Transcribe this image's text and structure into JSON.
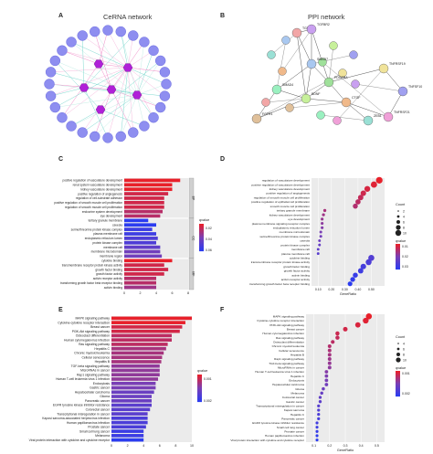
{
  "panels": {
    "A": {
      "letter": "A",
      "title": "CeRNA network"
    },
    "B": {
      "letter": "B",
      "title": "PPI network"
    },
    "C": {
      "letter": "C"
    },
    "D": {
      "letter": "D"
    },
    "E": {
      "letter": "E"
    },
    "F": {
      "letter": "F"
    }
  },
  "panelB": {
    "nodes": [
      "TGFBR3",
      "TGFBR2",
      "PDGFRA",
      "SMAD7",
      "TNFRSF19",
      "ZEB1",
      "CTGF",
      "BDNF",
      "TNFSF10",
      "TNFRSF21",
      "SMAD4",
      "FGFR1"
    ]
  },
  "colors": {
    "red": "#e8202a",
    "purple": "#7a3fb5",
    "blue": "#2b3cf0",
    "network_node": "#8e8ef0",
    "hub_node": "#b020d8"
  },
  "chart_data": [
    {
      "panel": "C",
      "type": "bar",
      "categories": [
        "positive regulation of vasculature development",
        "renal system vasculature development",
        "kidney vasculature development",
        "positive regulation of angiogenesis",
        "regulation of cell-substrate adhesion",
        "positive regulation of smooth muscle cell proliferation",
        "regulation of smooth muscle cell proliferation",
        "endocrine system development",
        "eye development",
        "tertiary granule membrane",
        "caveola",
        "serine/threonine protein kinase complex",
        "plasma membrane raft",
        "endoplasmic reticulum lumen",
        "protein kinase complex",
        "membrane raft",
        "membrane microdomain",
        "membrane region",
        "cytokine binding",
        "transmembrane receptor protein kinase activity",
        "growth factor binding",
        "growth factor activity",
        "activin receptor activity",
        "transforming growth factor beta receptor binding",
        "activin binding"
      ],
      "values": [
        7,
        6,
        6,
        5.5,
        5,
        5,
        5,
        4.8,
        4.5,
        3,
        4,
        3.5,
        4,
        4.2,
        4,
        4.5,
        4.5,
        4.7,
        6,
        5,
        5.5,
        5,
        4,
        4,
        4
      ],
      "qvalue": [
        0.005,
        0.005,
        0.005,
        0.01,
        0.01,
        0.01,
        0.01,
        0.015,
        0.015,
        0.05,
        0.05,
        0.045,
        0.045,
        0.04,
        0.04,
        0.035,
        0.03,
        0.03,
        0.005,
        0.01,
        0.01,
        0.01,
        0.015,
        0.015,
        0.02
      ],
      "groups": [
        "BP",
        "CC",
        "MF"
      ],
      "legend_title": "qvalue",
      "legend_ticks": [
        "0.02",
        "0.04",
        "0.06"
      ],
      "xticks": [
        "0",
        "2",
        "4",
        "6",
        "8"
      ]
    },
    {
      "panel": "D",
      "type": "scatter",
      "categories": [
        "regulation of vasculature development",
        "positive regulation of vasculature development",
        "kidney vasculature development",
        "positive regulation of angiogenesis",
        "regulation of smooth muscle cell proliferation",
        "positive regulation of epithelial cell proliferation",
        "smooth muscle cell proliferation",
        "tertiary granule membrane",
        "kidney vasculature development",
        "eye development",
        "plasma membrane signaling receptor complex",
        "endoplasmic reticulum lumen",
        "membrane microdomain",
        "serine/threonine protein kinase complex",
        "caveola",
        "protein kinase complex",
        "membrane raft",
        "plasma membrane raft",
        "cytokine binding",
        "transmembrane receptor protein kinase activity",
        "growth factor binding",
        "growth factor activity",
        "activin binding",
        "activin receptor activity",
        "transforming growth factor beta receptor binding"
      ],
      "x": [
        0.56,
        0.52,
        0.47,
        0.44,
        0.42,
        0.4,
        0.38,
        0.15,
        0.14,
        0.13,
        0.13,
        0.13,
        0.12,
        0.12,
        0.11,
        0.11,
        0.1,
        0.1,
        0.5,
        0.48,
        0.44,
        0.42,
        0.38,
        0.36,
        0.34
      ],
      "xlabel": "GeneRatio",
      "xticks": [
        "0.10",
        "0.20",
        "0.30",
        "0.40",
        "0.50"
      ],
      "legend_size_title": "Count",
      "legend_size_ticks": [
        "2",
        "4",
        "6",
        "8",
        "10"
      ],
      "legend_color_title": "qvalue",
      "legend_color_ticks": [
        "0.01",
        "0.02",
        "0.03"
      ]
    },
    {
      "panel": "E",
      "type": "bar",
      "categories": [
        "MAPK signaling pathway",
        "Cytokine-cytokine receptor interaction",
        "Breast cancer",
        "PI3K-Akt signaling pathway",
        "Osteoclast differentiation",
        "Human cytomegalovirus infection",
        "Ras signaling pathway",
        "Hepatitis C",
        "Chronic myeloid leukemia",
        "Cellular senescence",
        "Hepatitis B",
        "TGF-beta signaling pathway",
        "MicroRNAs in cancer",
        "Rap1 signaling pathway",
        "Human T-cell leukemia virus 1 infection",
        "Endocytosis",
        "Gastric cancer",
        "Hepatocellular carcinoma",
        "Glioma",
        "Pancreatic cancer",
        "EGFR tyrosine kinase inhibitor resistance",
        "Colorectal cancer",
        "Transcriptional misregulation in cancer",
        "Kaposi sarcoma-associated herpesvirus infection",
        "Human papillomavirus infection",
        "Prostate cancer",
        "Small cell lung cancer",
        "Melanoma",
        "Viral protein interaction with cytokine and cytokine receptor"
      ],
      "values": [
        10,
        9.2,
        8.8,
        8.5,
        7.5,
        7.5,
        7,
        6.8,
        6.5,
        6.3,
        6.2,
        6,
        6,
        6,
        5.8,
        5.5,
        5.5,
        5.3,
        5,
        5,
        5,
        4.8,
        4.5,
        4.5,
        4.5,
        4.3,
        4,
        4,
        4
      ],
      "qvalue": [
        0.0002,
        0.0002,
        0.0003,
        0.0003,
        0.0004,
        0.0004,
        0.0004,
        0.0005,
        0.0005,
        0.0005,
        0.0005,
        0.0006,
        0.0006,
        0.0006,
        0.0006,
        0.0007,
        0.0007,
        0.0008,
        0.0008,
        0.0008,
        0.0009,
        0.0009,
        0.0009,
        0.001,
        0.001,
        0.001,
        0.0011,
        0.0011,
        0.0012
      ],
      "legend_title": "qvalue",
      "legend_ticks": [
        "0.001",
        "0.002"
      ],
      "xticks": [
        "0",
        "2",
        "4",
        "6",
        "8",
        "10"
      ]
    },
    {
      "panel": "F",
      "type": "scatter",
      "categories": [
        "MAPK signaling pathway",
        "Cytokine-cytokine receptor interaction",
        "PI3K-Akt signaling pathway",
        "Breast cancer",
        "Human cytomegalovirus infection",
        "Ras signaling pathway",
        "Osteoclast differentiation",
        "Chronic myeloid leukemia",
        "Cellular senescence",
        "Hepatitis B",
        "Rap1 signaling pathway",
        "TGF-beta signaling pathway",
        "MicroRNAs in cancer",
        "Human T-cell leukemia virus 1 infection",
        "Hepatitis C",
        "Endocytosis",
        "Hepatocellular carcinoma",
        "Glioma",
        "Melanoma",
        "Colorectal cancer",
        "Gastric cancer",
        "Transcriptional misregulation in cancer",
        "Kaposi sarcoma",
        "Hepatitis C",
        "Pancreatic cancer",
        "EGFR tyrosine kinase inhibitor resistance",
        "Small cell lung cancer",
        "Prostate cancer",
        "Human papillomavirus infection",
        "Viral protein interaction with cytokine and cytokine receptor"
      ],
      "x": [
        0.45,
        0.43,
        0.38,
        0.3,
        0.25,
        0.25,
        0.22,
        0.2,
        0.2,
        0.2,
        0.2,
        0.2,
        0.2,
        0.18,
        0.18,
        0.18,
        0.18,
        0.16,
        0.15,
        0.14,
        0.14,
        0.13,
        0.13,
        0.13,
        0.13,
        0.12,
        0.12,
        0.12,
        0.12,
        0.12
      ],
      "xlabel": "GeneRatio",
      "xticks": [
        "0.1",
        "0.2",
        "0.3",
        "0.4",
        "0.5"
      ],
      "legend_color_title": "qvalue",
      "legend_color_ticks": [
        "0.001",
        "0.002"
      ],
      "legend_size_title": "Count",
      "legend_size_ticks": [
        "4",
        "6",
        "8",
        "10"
      ]
    }
  ]
}
